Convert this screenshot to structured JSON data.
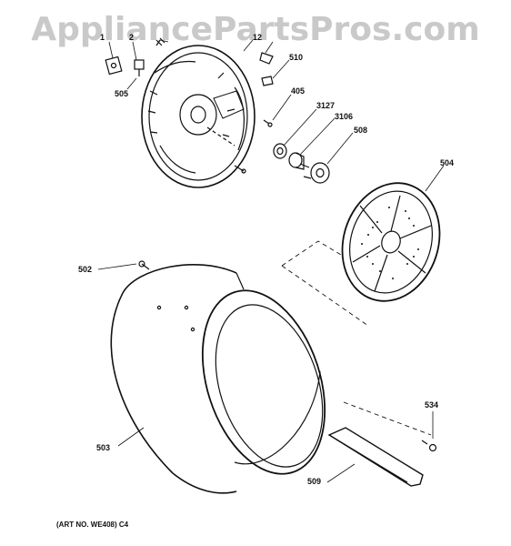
{
  "watermark": "AppliancePartsPros.com",
  "footer_note": "(ART NO. WE408) C4",
  "callouts": {
    "p1": "1",
    "p2": "2",
    "p12": "12",
    "p505": "505",
    "p509": "509",
    "p510": "510",
    "p405": "405",
    "p3127": "3127",
    "p3106": "3106",
    "p508": "508",
    "p504": "504",
    "p502": "502",
    "p503": "503",
    "p534": "534"
  }
}
